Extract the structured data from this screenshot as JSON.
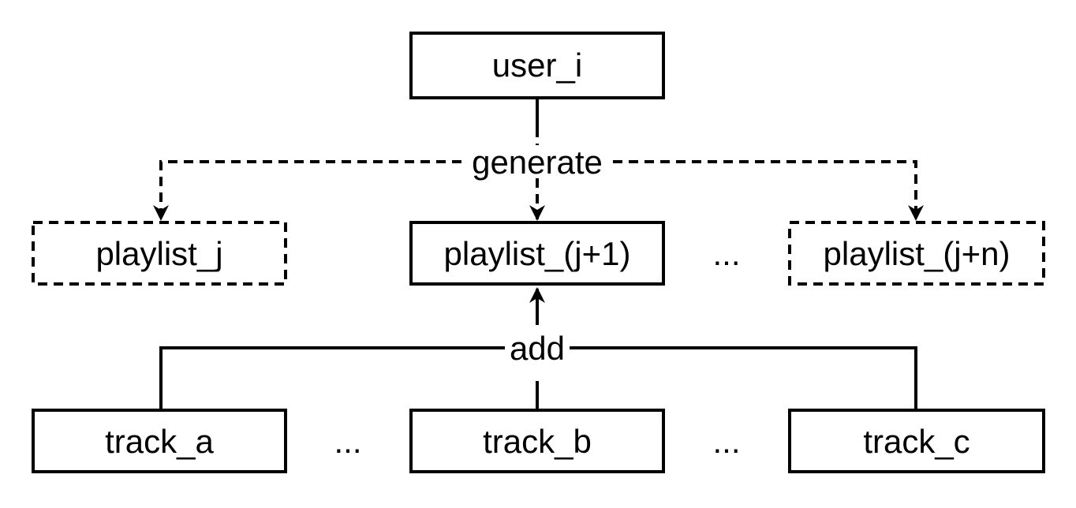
{
  "nodes": {
    "user": "user_i",
    "playlist_j": "playlist_j",
    "playlist_j1": "playlist_(j+1)",
    "playlists_ellipsis": "...",
    "playlist_jn": "playlist_(j+n)",
    "track_a": "track_a",
    "tracks_ellipsis_1": "...",
    "track_b": "track_b",
    "tracks_ellipsis_2": "...",
    "track_c": "track_c"
  },
  "edges": {
    "generate_label": "generate",
    "add_label": "add"
  },
  "styles": {
    "stroke_color": "#000000",
    "background": "#ffffff",
    "generated_playlist_border": "dashed",
    "generate_edge_style": "dashed"
  }
}
